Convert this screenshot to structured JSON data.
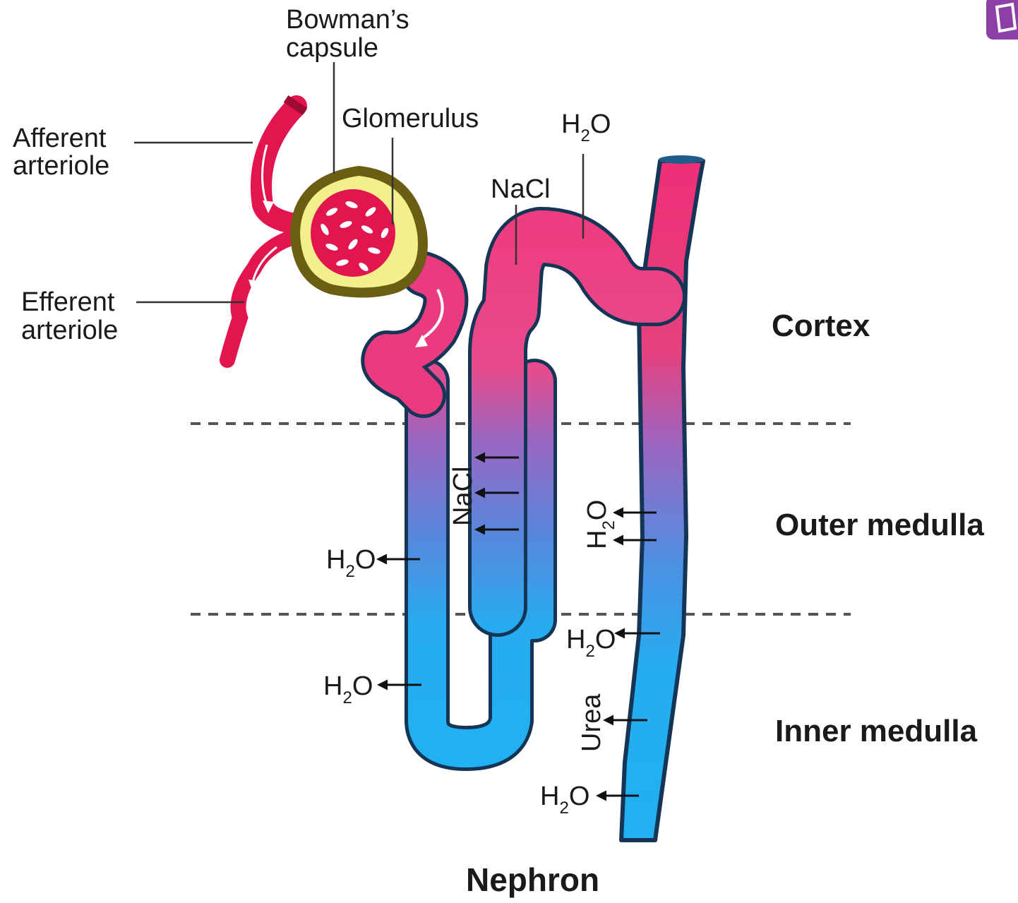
{
  "title": "Nephron",
  "labels": {
    "bowmans_line1": "Bowman’s",
    "bowmans_line2": "capsule",
    "glomerulus": "Glomerulus",
    "afferent_line1": "Afferent",
    "afferent_line2": "arteriole",
    "efferent_line1": "Efferent",
    "efferent_line2": "arteriole",
    "nacl_top": "NaCl",
    "nacl_side": "NaCl",
    "urea": "Urea",
    "h2o_main": "H",
    "h2o_sub": "2",
    "h2o_end": "O"
  },
  "regions": {
    "cortex": "Cortex",
    "outer_medulla": "Outer medulla",
    "inner_medulla": "Inner medulla"
  },
  "colors": {
    "arteriole": "#e3154f",
    "tubule_top": "#ea3b80",
    "tubule_mid": "#8a6fc8",
    "tubule_bottom": "#24aef0",
    "capsule_fill": "#f2f08c",
    "capsule_rim": "#6b5d12",
    "outline": "#143556",
    "corner_icon": "#8c3fa6"
  },
  "icons": [
    "app-badge-icon"
  ]
}
